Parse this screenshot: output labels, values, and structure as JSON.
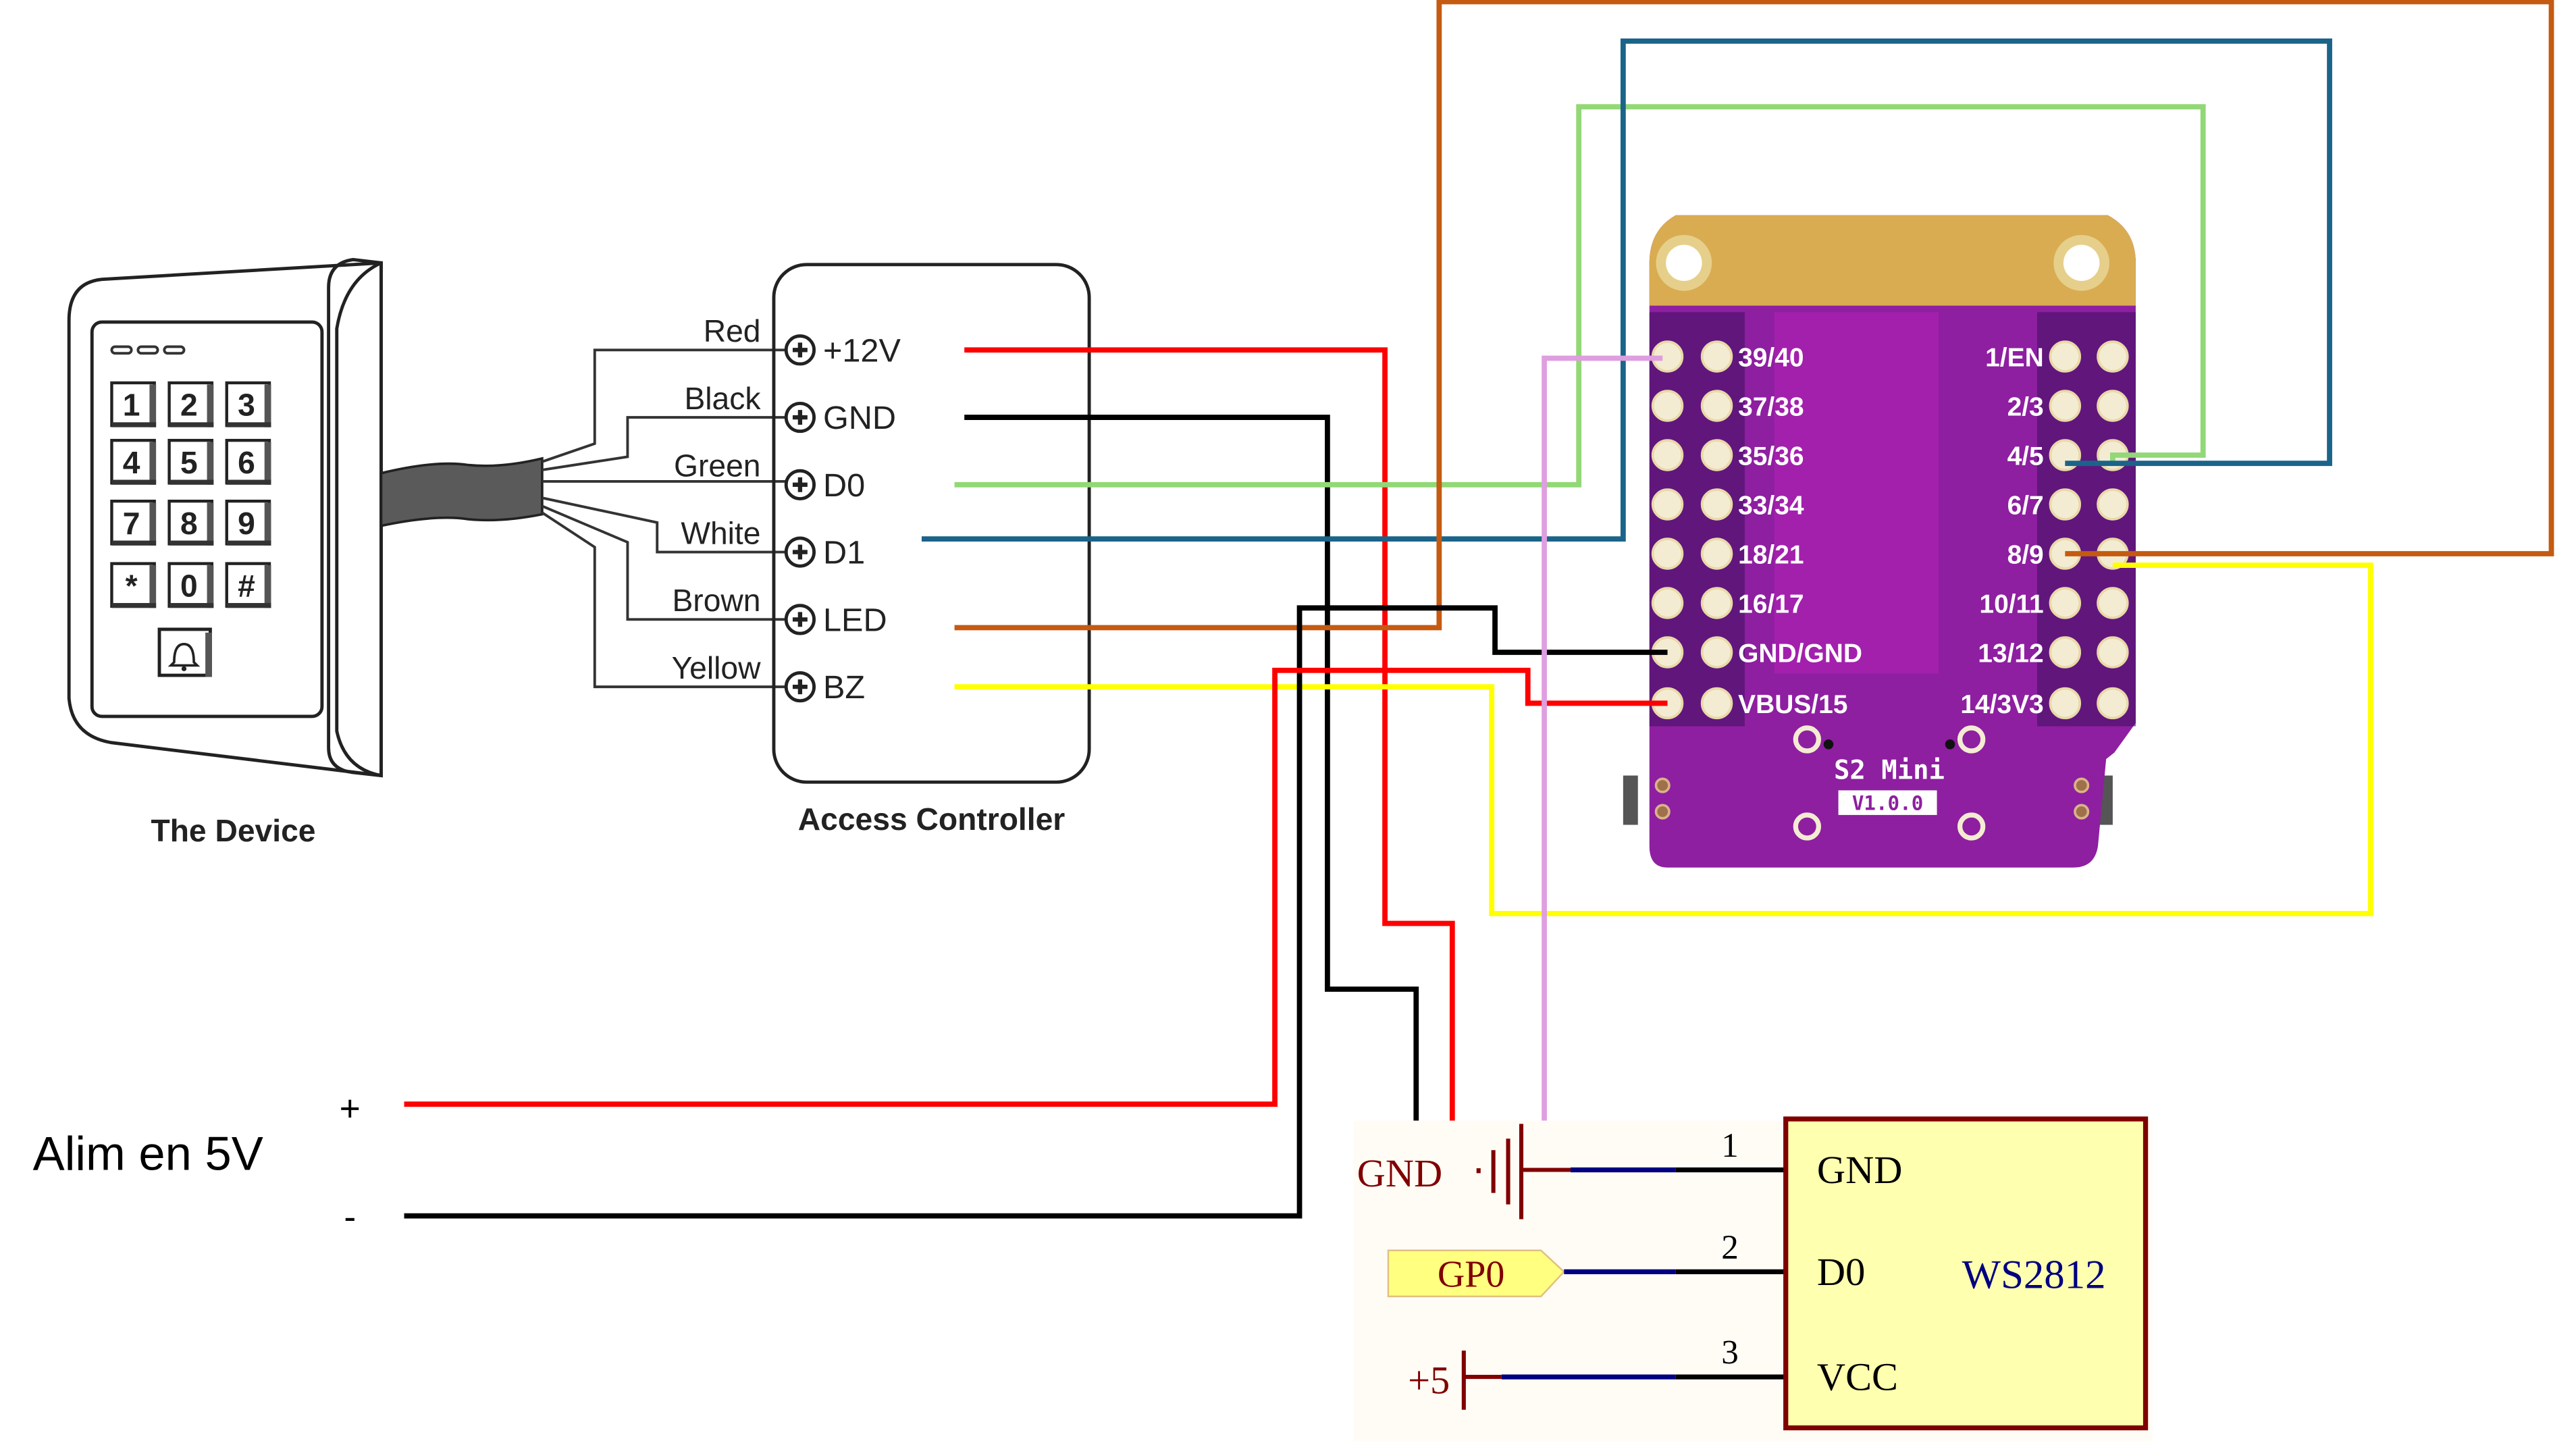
{
  "device": {
    "caption": "The Device",
    "keys": [
      "1",
      "2",
      "3",
      "4",
      "5",
      "6",
      "7",
      "8",
      "9",
      "*",
      "0",
      "#"
    ],
    "bell_icon": "bell-icon"
  },
  "controller": {
    "caption": "Access Controller",
    "wires": [
      {
        "color_name": "Red",
        "terminal": "+12V"
      },
      {
        "color_name": "Black",
        "terminal": "GND"
      },
      {
        "color_name": "Green",
        "terminal": "D0"
      },
      {
        "color_name": "White",
        "terminal": "D1"
      },
      {
        "color_name": "Brown",
        "terminal": "LED"
      },
      {
        "color_name": "Yellow",
        "terminal": "BZ"
      }
    ]
  },
  "board": {
    "model": "S2 Mini",
    "version": "V1.0.0",
    "left_pins": [
      "39/40",
      "37/38",
      "35/36",
      "33/34",
      "18/21",
      "16/17",
      "GND/GND",
      "VBUS/15"
    ],
    "right_pins": [
      "1/EN",
      "2/3",
      "4/5",
      "6/7",
      "8/9",
      "10/11",
      "13/12",
      "14/3V3"
    ]
  },
  "power": {
    "label": "Alim en 5V",
    "plus": "+",
    "minus": "-"
  },
  "schematic": {
    "part": "WS2812",
    "net_gnd": "GND",
    "net_signal": "GP0",
    "net_vcc": "+5",
    "pins": [
      {
        "number": "1",
        "name": "GND"
      },
      {
        "number": "2",
        "name": "D0"
      },
      {
        "number": "3",
        "name": "VCC"
      }
    ]
  },
  "colors": {
    "red": "#FF0000",
    "black": "#000000",
    "green": "#92D877",
    "blue": "#1B6389",
    "orange": "#C55A11",
    "yellow": "#FFFF00",
    "violet": "#DE9EDF",
    "board_purple": "#8E1FA0",
    "board_gold": "#D9AC52",
    "schematic_fill": "#FFFFB0",
    "schematic_border": "#800000",
    "schematic_net_blue": "#000080"
  }
}
